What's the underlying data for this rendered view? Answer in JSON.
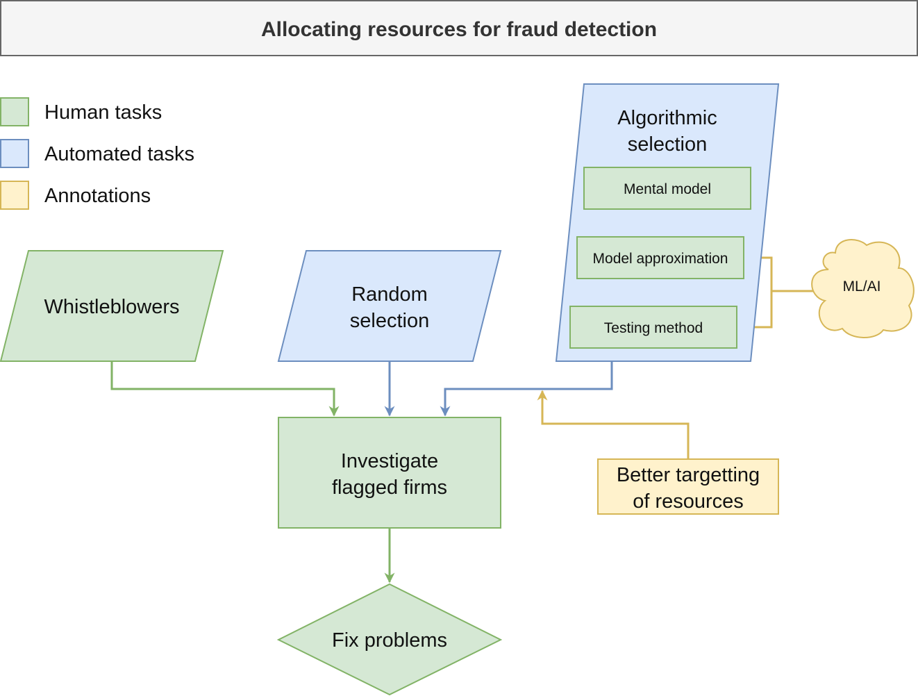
{
  "title": "Allocating resources for fraud detection",
  "colors": {
    "green_fill": "#d5e8d4",
    "green_stroke": "#82b366",
    "blue_fill": "#dae8fc",
    "blue_stroke": "#6c8ebf",
    "yellow_fill": "#fff2cc",
    "yellow_stroke": "#d6b656",
    "title_fill": "#f5f5f5",
    "title_stroke": "#666666"
  },
  "legend": [
    {
      "label": "Human tasks",
      "color": "green"
    },
    {
      "label": "Automated tasks",
      "color": "blue"
    },
    {
      "label": "Annotations",
      "color": "yellow"
    }
  ],
  "nodes": {
    "whistleblowers": {
      "lines": [
        "Whistleblowers"
      ]
    },
    "random_selection": {
      "lines": [
        "Random",
        "selection"
      ]
    },
    "algorithmic_selection": {
      "lines": [
        "Algorithmic",
        "selection"
      ]
    },
    "mental_model": {
      "lines": [
        "Mental model"
      ]
    },
    "model_approximation": {
      "lines": [
        "Model approximation"
      ]
    },
    "testing_method": {
      "lines": [
        "Testing method"
      ]
    },
    "ml_ai": {
      "lines": [
        "ML/AI"
      ]
    },
    "investigate": {
      "lines": [
        "Investigate",
        "flagged firms"
      ]
    },
    "better_targetting": {
      "lines": [
        "Better targetting",
        "of resources"
      ]
    },
    "fix_problems": {
      "lines": [
        "Fix problems"
      ]
    }
  }
}
